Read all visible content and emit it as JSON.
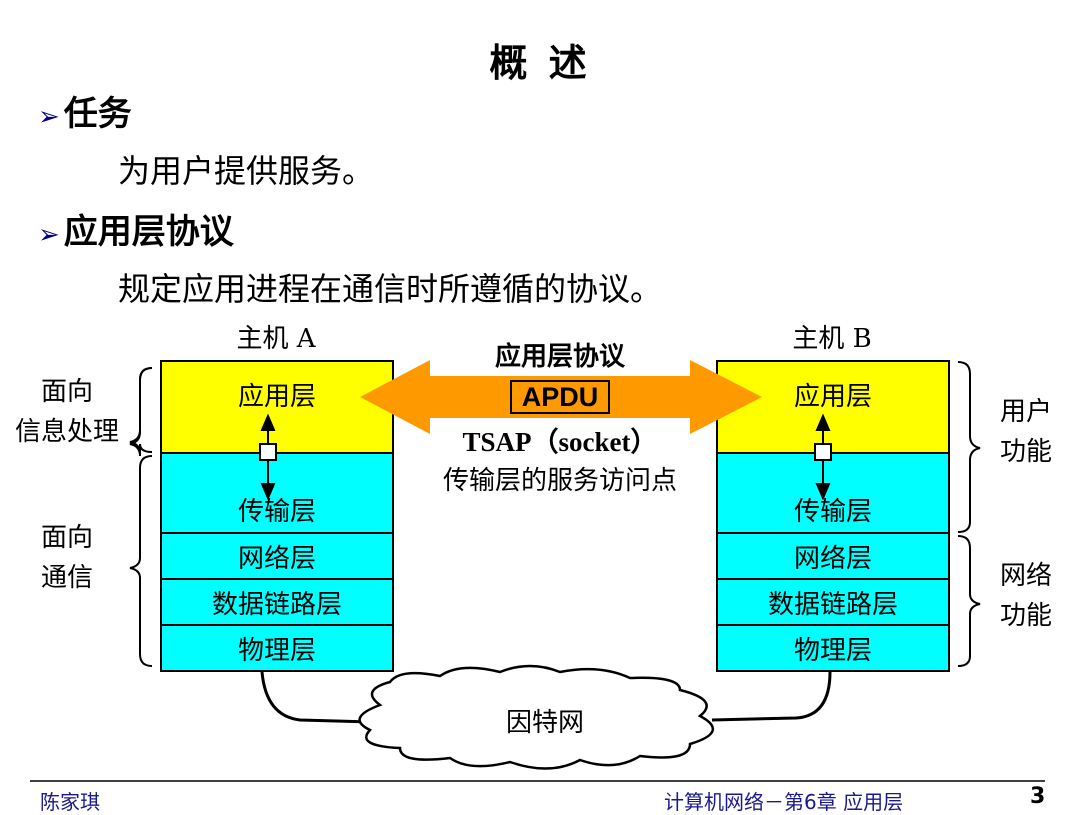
{
  "title": "概 述",
  "bullets": [
    {
      "heading": "任务",
      "text": "为用户提供服务。"
    },
    {
      "heading": "应用层协议",
      "text": "规定应用进程在通信时所遵循的协议。"
    }
  ],
  "bullet_marker": "➢",
  "diagram": {
    "hostA": "主机 A",
    "hostB": "主机 B",
    "layers": [
      "应用层",
      "传输层",
      "网络层",
      "数据链路层",
      "物理层"
    ],
    "protocol_label": "应用层协议",
    "apdu": "APDU",
    "tsap": "TSAP（socket）",
    "tsap_desc": "传输层的服务访问点",
    "left_groups": [
      "面向\n信息处理",
      "面向\n通信"
    ],
    "right_groups": [
      "用户\n功能",
      "网络\n功能"
    ],
    "internet": "因特网",
    "colors": {
      "app": "#ffff00",
      "lower": "#00ffff",
      "arrow": "#ff9900"
    }
  },
  "footer": {
    "author": "陈家琪",
    "course": "计算机网络－第6章 应用层",
    "page": "3"
  }
}
